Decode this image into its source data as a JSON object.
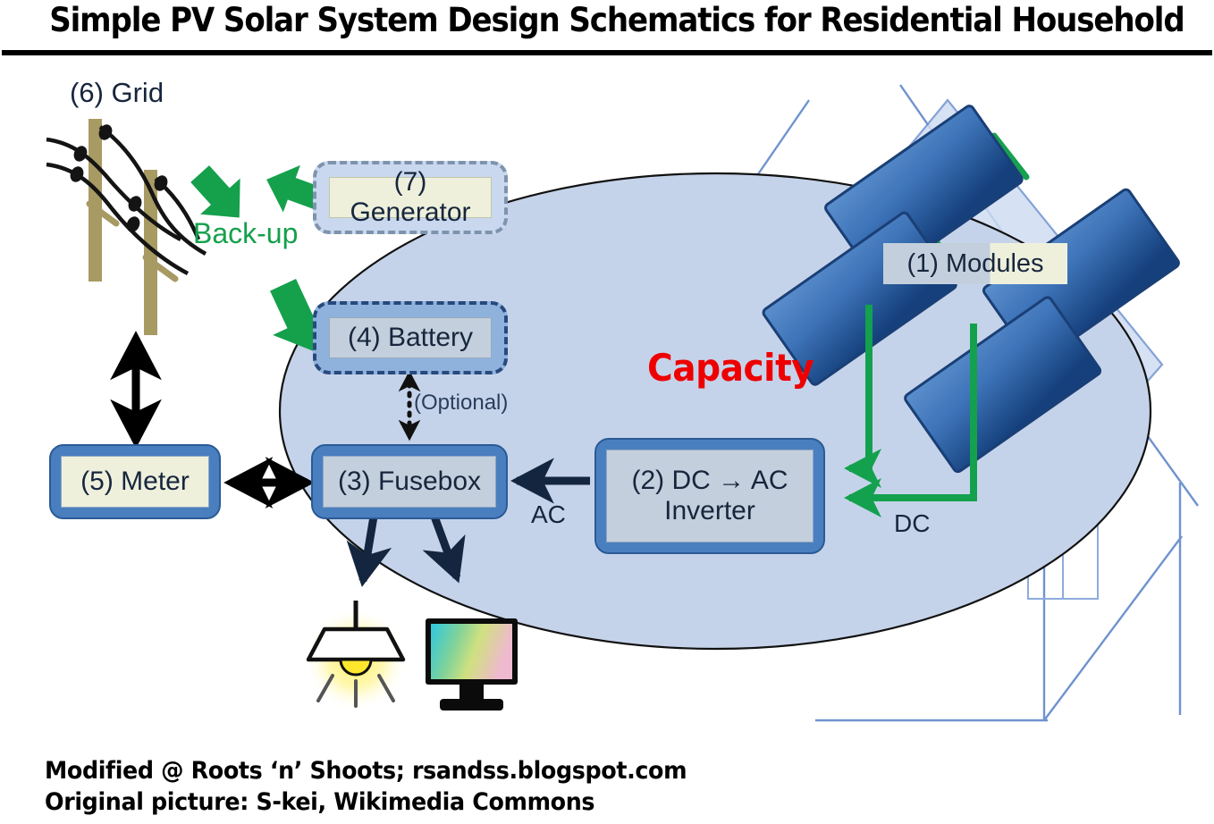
{
  "title": "Simple PV Solar System Design Schematics for Residential Household",
  "labels": {
    "grid": "(6) Grid",
    "backup": "Back-up",
    "generator": "(7) Generator",
    "battery": "(4) Battery",
    "optional": "(Optional)",
    "meter": "(5) Meter",
    "fusebox": "(3) Fusebox",
    "inverter_line1": "(2) DC → AC",
    "inverter_line2": "Inverter",
    "modules": "(1) Modules",
    "capacity": "Capacity",
    "ac": "AC",
    "dc": "DC"
  },
  "credits": {
    "line1": "Modified @ Roots ‘n’ Shoots; rsandss.blogspot.com",
    "line2": "Original picture: S-kei, Wikimedia Commons"
  },
  "colors": {
    "capacity_red": "#ee0000",
    "backup_green": "#15a04c",
    "dc_wire_green": "#13a14e",
    "ellipse_fill": "#c5d3ea",
    "ellipse_stroke": "#101010",
    "node_frame_blue": "#4a7fbf",
    "panel_light": "#4a7fc0",
    "panel_dark": "#1b447f",
    "pole_tan": "#a89a63",
    "house_line": "#6f93cf",
    "arrow_black": "#000000",
    "arrow_navy": "#14263f",
    "title_black": "#000000"
  },
  "icons": {
    "lamp": "pendant-lamp-icon",
    "monitor": "computer-monitor-icon",
    "poles": "utility-pole-icon",
    "panels": "solar-panel-icon"
  },
  "diagram": {
    "type": "schematic-flow",
    "nodes": [
      {
        "id": "1",
        "label": "(1) Modules"
      },
      {
        "id": "2",
        "label": "(2) DC → AC Inverter"
      },
      {
        "id": "3",
        "label": "(3) Fusebox"
      },
      {
        "id": "4",
        "label": "(4) Battery"
      },
      {
        "id": "5",
        "label": "(5) Meter"
      },
      {
        "id": "6",
        "label": "(6) Grid"
      },
      {
        "id": "7",
        "label": "(7) Generator"
      }
    ],
    "edges": [
      {
        "from": "1",
        "to": "2",
        "label": "DC",
        "color": "green"
      },
      {
        "from": "2",
        "to": "3",
        "label": "AC",
        "color": "black"
      },
      {
        "from": "3",
        "to": "4",
        "label": "(Optional)",
        "color": "black",
        "style": "dotted",
        "bidirectional": true
      },
      {
        "from": "3",
        "to": "5",
        "label": "",
        "color": "black",
        "bidirectional": true
      },
      {
        "from": "5",
        "to": "6",
        "label": "",
        "color": "black",
        "bidirectional": true
      },
      {
        "from": "6",
        "to": "7",
        "label": "Back-up",
        "color": "green"
      },
      {
        "from": "7",
        "to": "4",
        "label": "Back-up",
        "color": "green"
      },
      {
        "from": "3",
        "to": "lamp",
        "label": "",
        "color": "navy"
      },
      {
        "from": "3",
        "to": "monitor",
        "label": "",
        "color": "navy"
      }
    ],
    "annotation": "Capacity"
  }
}
